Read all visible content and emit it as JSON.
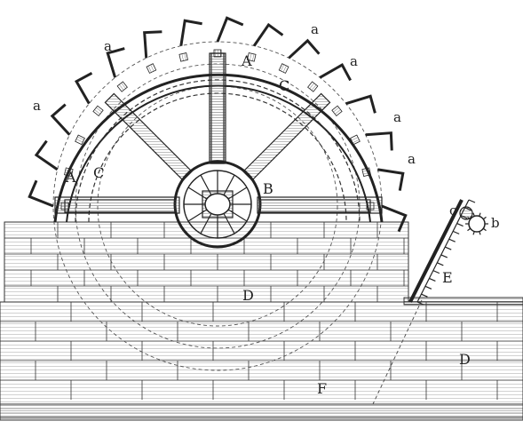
{
  "diagram": {
    "labels": {
      "A_top": "A",
      "A_left": "A",
      "B": "B",
      "C_top": "C",
      "C_left": "C",
      "D_left": "D",
      "D_right": "D",
      "E": "E",
      "F": "F",
      "a_1": "a",
      "a_2": "a",
      "a_3": "a",
      "a_4": "a",
      "a_5": "a",
      "a_6": "a",
      "b": "b",
      "c": "c"
    },
    "colors": {
      "ink": "#222222",
      "paper": "#ffffff",
      "hatch": "#555555"
    },
    "buckets_count": 28,
    "spokes_count": 8
  }
}
